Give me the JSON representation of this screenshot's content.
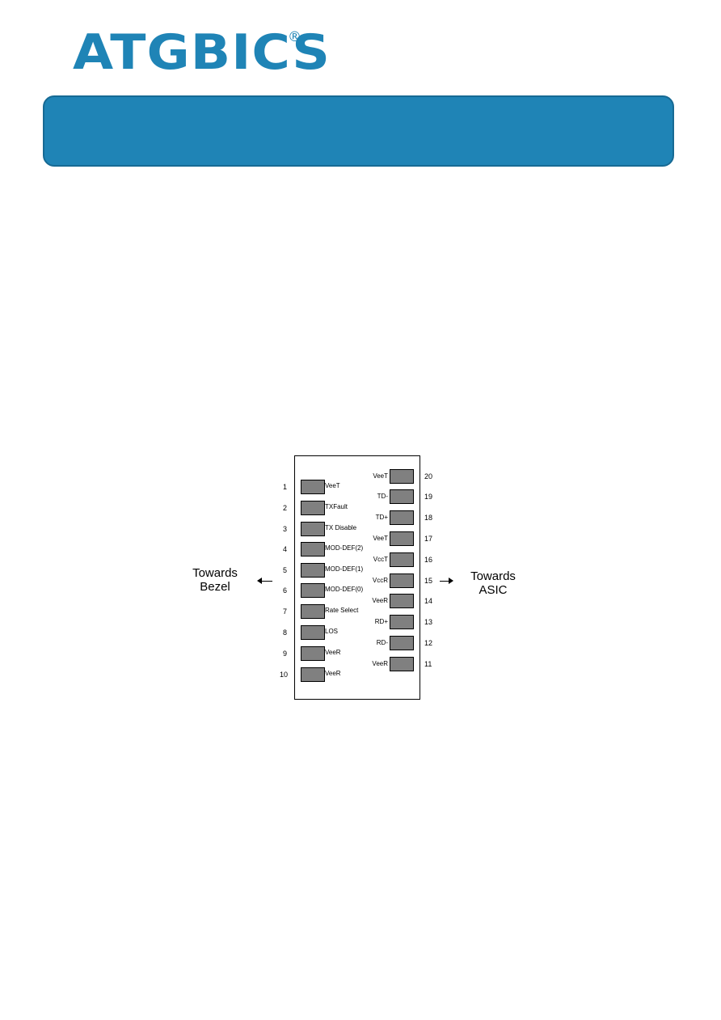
{
  "brand": {
    "name": "ATGBICS",
    "registered": "®",
    "color": "#1f84b6"
  },
  "diagram": {
    "left_label": {
      "line1": "Towards",
      "line2": "Bezel"
    },
    "right_label": {
      "line1": "Towards",
      "line2": "ASIC"
    },
    "left_pins": [
      {
        "num": "1",
        "label": "VeeT"
      },
      {
        "num": "2",
        "label": "TXFault"
      },
      {
        "num": "3",
        "label": "TX Disable"
      },
      {
        "num": "4",
        "label": "MOD-DEF(2)"
      },
      {
        "num": "5",
        "label": "MOD-DEF(1)"
      },
      {
        "num": "6",
        "label": "MOD-DEF(0)"
      },
      {
        "num": "7",
        "label": "Rate Select"
      },
      {
        "num": "8",
        "label": "LOS"
      },
      {
        "num": "9",
        "label": "VeeR"
      },
      {
        "num": "10",
        "label": "VeeR"
      }
    ],
    "right_pins": [
      {
        "num": "20",
        "label": "VeeT"
      },
      {
        "num": "19",
        "label": "TD-"
      },
      {
        "num": "18",
        "label": "TD+"
      },
      {
        "num": "17",
        "label": "VeeT"
      },
      {
        "num": "16",
        "label": "VccT"
      },
      {
        "num": "15",
        "label": "VccR"
      },
      {
        "num": "14",
        "label": "VeeR"
      },
      {
        "num": "13",
        "label": "RD+"
      },
      {
        "num": "12",
        "label": "RD-"
      },
      {
        "num": "11",
        "label": "VeeR"
      }
    ]
  }
}
